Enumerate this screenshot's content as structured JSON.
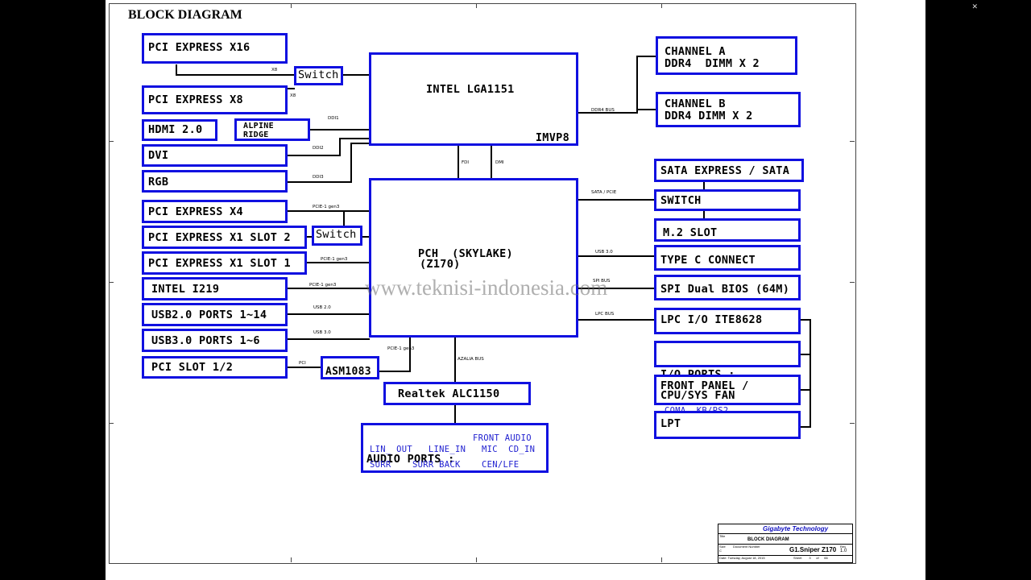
{
  "title": "BLOCK DIAGRAM",
  "watermark": "www.teknisi-indonesia.com",
  "cpu": {
    "name": "INTEL LGA1151",
    "vr": "IMVP8"
  },
  "pch": {
    "name": "PCH  (SKYLAKE)",
    "chipset": "(Z170)"
  },
  "left": {
    "pcie_x16": "PCI EXPRESS X16",
    "switch1": "Switch",
    "pcie_x8": "PCI EXPRESS X8",
    "hdmi": "HDMI 2.0",
    "alpine": "ALPINE\nRIDGE",
    "dvi": "DVI",
    "rgb": "RGB",
    "pcie_x4": "PCI EXPRESS X4",
    "switch2": "Switch",
    "pcie_x1_2": "PCI EXPRESS X1 SLOT 2",
    "pcie_x1_1": "PCI EXPRESS X1 SLOT 1",
    "i219": "INTEL I219",
    "usb2": "USB2.0 PORTS 1~14",
    "usb3": "USB3.0 PORTS 1~6",
    "pci_slot": "PCI SLOT 1/2",
    "asm": "ASM1083"
  },
  "right": {
    "chan_a": "CHANNEL A\nDDR4  DIMM X 2",
    "chan_b": "CHANNEL B\nDDR4 DIMM X 2",
    "sata": "SATA EXPRESS / SATA",
    "switch": "SWITCH",
    "m2": "M.2 SLOT",
    "typec": "TYPE C CONNECT",
    "spi": "SPI Dual BIOS (64M)",
    "lpc": "LPC I/O ITE8628",
    "io_ports": "I/O PORTS :",
    "io_sub": "COMA  KB/PS2",
    "front": "FRONT PANEL /\nCPU/SYS FAN",
    "lpt": "LPT"
  },
  "audio": {
    "codec": "Realtek ALC1150",
    "ports_title": "AUDIO PORTS :",
    "front": "FRONT AUDIO",
    "row1": "LIN_ OUT   LINE_IN   MIC  CD_IN",
    "row2": "SURR    SURR BACK    CEN/LFE"
  },
  "bus_labels": {
    "x8a": "X8",
    "x8b": "X8",
    "ddi1": "DDI1",
    "ddi2": "DDI2",
    "ddi3": "DDI3",
    "ddr4": "DDR4 BUS",
    "fdi": "FDI",
    "dmi": "DMI",
    "sata_pcie": "SATA / PCIE",
    "usb30r": "USB 3.0",
    "spi": "SPI BUS",
    "lpc": "LPC BUS",
    "pcie_g3a": "PCIE-1 gen3",
    "pcie_g3b": "PCIE-1 gen3",
    "pcie_g3c": "PCIE-1 gen3",
    "usb20": "USB 2.0",
    "usb30l": "USB 3.0",
    "pci": "PCI",
    "pcie_g3d": "PCIE-1 gen3",
    "azalia": "AZALIA BUS"
  },
  "title_block": {
    "company": "Gigabyte Technology",
    "title_lbl": "Title",
    "title": "BLOCK DIAGRAM",
    "size_lbl": "Size\nC",
    "docnum_lbl": "Document Number",
    "docnum": "G1.Sniper Z170",
    "rev_lbl": "Rev",
    "rev": "1.0",
    "date": "Date:   Tuesday, August 18, 2015",
    "sheet": "Sheet        3      of      66"
  },
  "window_close": "✕",
  "colors": {
    "box_border": "#1010e0",
    "sub_text": "#2020d0"
  }
}
